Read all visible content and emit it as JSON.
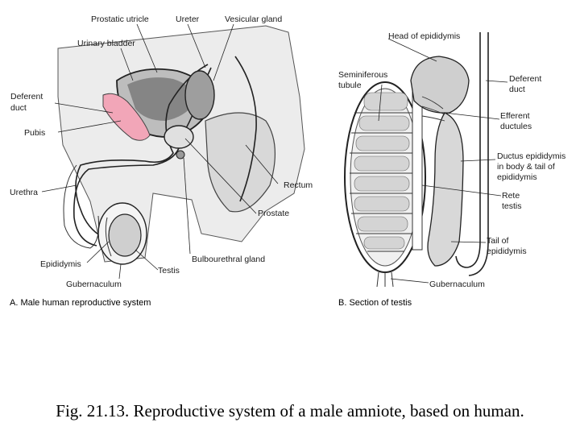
{
  "panel_a": {
    "subtitle": "A. Male human reproductive system",
    "labels": {
      "prostatic_utricle": "Prostatic utricle",
      "ureter": "Ureter",
      "vesicular_gland": "Vesicular gland",
      "urinary_bladder": "Urinary bladder",
      "deferent_duct": [
        "Deferent",
        "duct"
      ],
      "pubis": "Pubis",
      "urethra": "Urethra",
      "rectum": "Rectum",
      "prostate": "Prostate",
      "bulbourethral_gland": "Bulbourethral gland",
      "epididymis": "Epididymis",
      "testis": "Testis",
      "gubernaculum": "Gubernaculum"
    }
  },
  "panel_b": {
    "subtitle": "B. Section of testis",
    "labels": {
      "head_of_epididymis": "Head of epididymis",
      "seminiferous_tubule": [
        "Seminiferous",
        "tubule"
      ],
      "deferent_duct": [
        "Deferent",
        "duct"
      ],
      "efferent_ductules": [
        "Efferent",
        "ductules"
      ],
      "ductus_epididymis": [
        "Ductus epididymis",
        "in body & tail of",
        "epididymis"
      ],
      "rete_testis": [
        "Rete",
        "testis"
      ],
      "tail_of_epididymis": [
        "Tail of",
        "epididymis"
      ],
      "gubernaculum": "Gubernaculum"
    }
  },
  "caption": "Fig. 21.13. Reproductive system of a male amniote, based on human.",
  "colors": {
    "pubis": "#f2a6b8",
    "body_tint": "#ececec",
    "ink": "#222222"
  }
}
